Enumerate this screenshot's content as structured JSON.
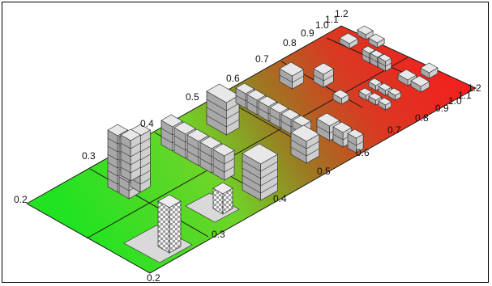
{
  "diagram": {
    "left_axis_labels": [
      "0.2",
      "0.3",
      "0.4",
      "0.5",
      "0.6",
      "0.7",
      "0.8",
      "0.9",
      "1.0",
      "1.1",
      "1.2"
    ],
    "right_axis_labels": [
      "0.2",
      "0.3",
      "0.4",
      "0.5",
      "0.6",
      "0.7",
      "0.8",
      "0.9",
      "1.0",
      "1.1",
      "1.2"
    ],
    "colors": {
      "low": "#22e322",
      "mid": "#8a8a1c",
      "high": "#ee1c1c",
      "plane_border": "#1a1a1a",
      "building_top": "#e8e8e8",
      "building_side_dark": "#a8a8a8",
      "building_side_light": "#cfcfcf"
    }
  }
}
